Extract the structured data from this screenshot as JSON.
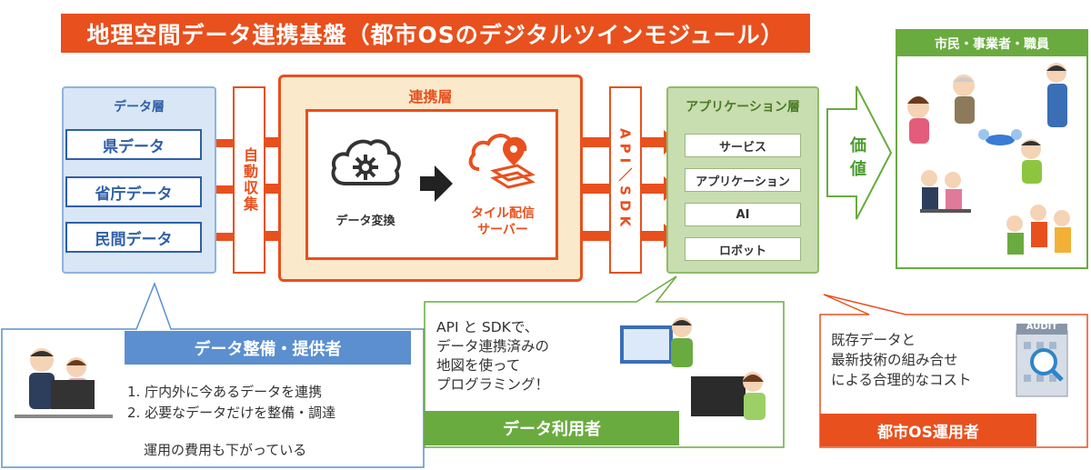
{
  "title": "地理空間データ連携基盤（都市OSのデジタルツインモジュール）",
  "data_layer": {
    "header": "データ層",
    "sources": [
      "県データ",
      "省庁データ",
      "民間データ"
    ]
  },
  "auto_collect": "自動収集",
  "link_layer": {
    "header": "連携層",
    "convert_label": "データ変換",
    "server_label_1": "タイル配信",
    "server_label_2": "サーバー"
  },
  "api_sdk": "API／SDK",
  "app_layer": {
    "header": "アプリケーション層",
    "items": [
      "サービス",
      "アプリケーション",
      "AI",
      "ロボット"
    ]
  },
  "value_label": "価値",
  "users_header": "市民・事業者・職員",
  "provider": {
    "title": "データ整備・提供者",
    "lines": [
      "1. 庁内外に今あるデータを連携",
      "2. 必要なデータだけを整備・調達",
      "運用の費用も下がっている"
    ]
  },
  "user": {
    "title": "データ利用者",
    "lines": [
      "API と SDKで、",
      "データ連携済みの",
      "地図を使って",
      "プログラミング！"
    ]
  },
  "operator": {
    "title": "都市OS運用者",
    "lines": [
      "既存データと",
      "最新技術の組み合せ",
      "による合理的なコスト"
    ],
    "badge": "AUDIT"
  },
  "colors": {
    "orange": "#e8501e",
    "blue": "#2e5fa7",
    "green": "#6aab3f",
    "cream": "#fbe9cc"
  }
}
